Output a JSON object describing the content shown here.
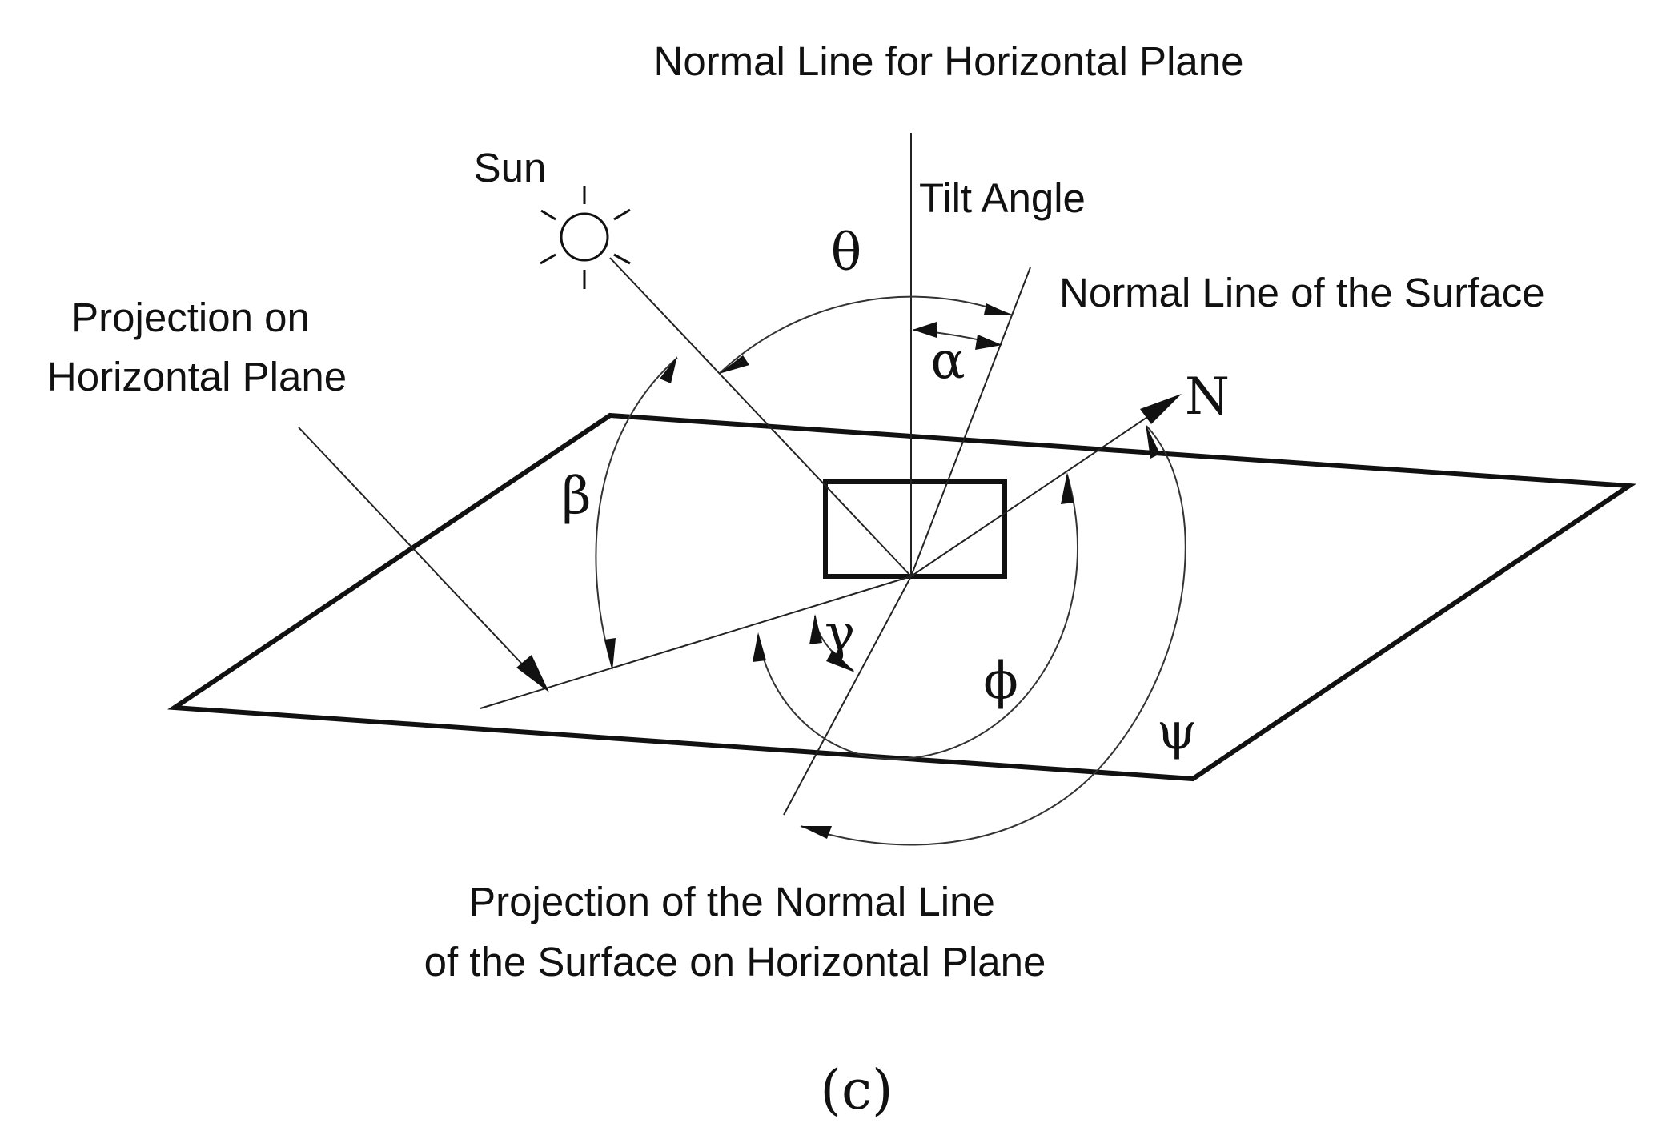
{
  "labels": {
    "normal_horizontal": "Normal Line for Horizontal Plane",
    "sun": "Sun",
    "tilt_angle": "Tilt Angle",
    "normal_surface": "Normal Line of the Surface",
    "projection_horizontal_line1": "Projection on",
    "projection_horizontal_line2": "Horizontal Plane",
    "north": "N",
    "projection_normal_line1": "Projection of the Normal Line",
    "projection_normal_line2": "of the Surface on Horizontal Plane",
    "caption": "(c)"
  },
  "angles": {
    "theta": "θ",
    "alpha": "α",
    "beta": "β",
    "gamma": "γ",
    "phi": "ϕ",
    "psi": "ψ"
  },
  "colors": {
    "line": "#111111",
    "background": "#ffffff"
  }
}
